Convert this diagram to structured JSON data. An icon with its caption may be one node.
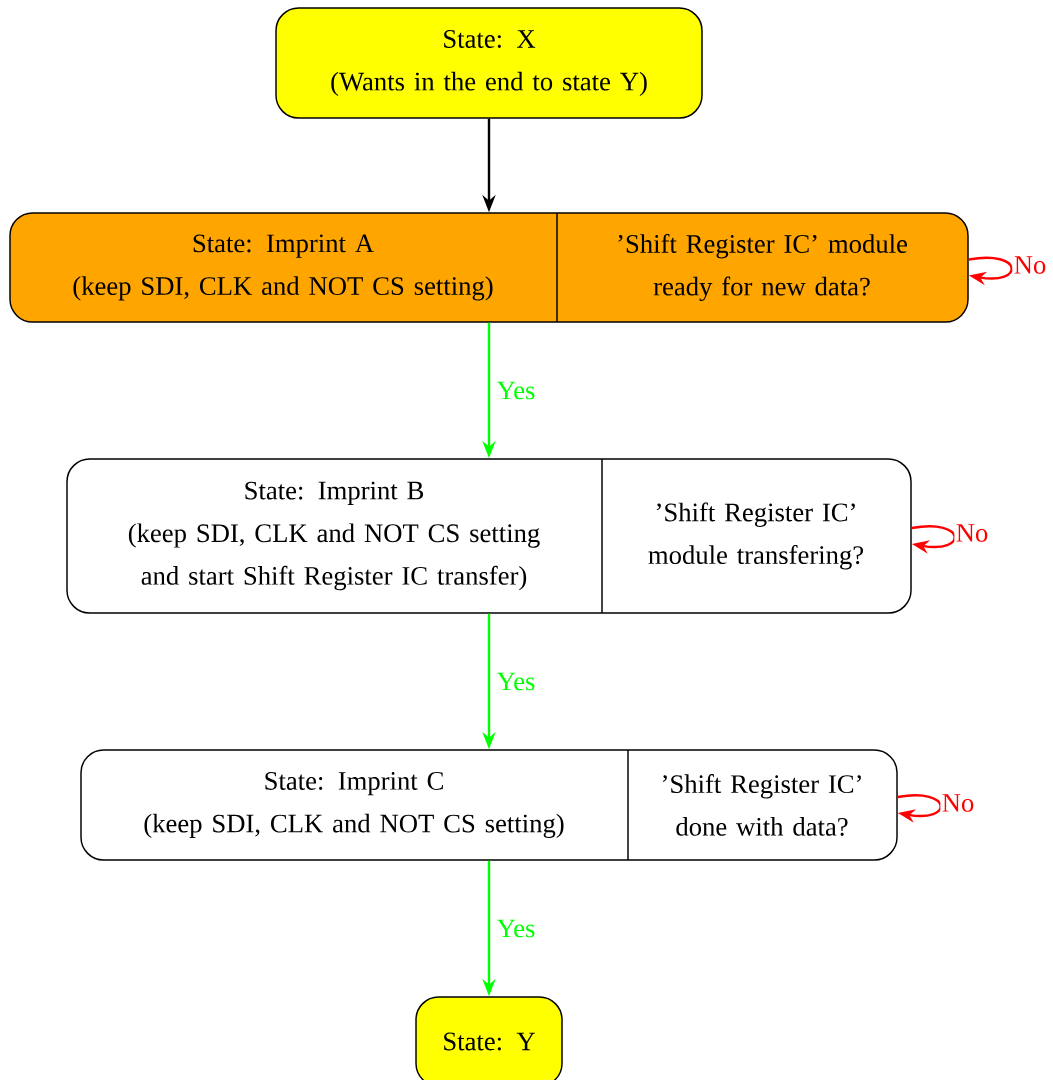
{
  "diagram": {
    "nodes": [
      {
        "text": [
          "State: X",
          "(Wants in the end to state Y)"
        ]
      },
      {
        "text": [
          "State: Imprint A",
          "(keep SDI, CLK and NOT CS setting)",
          "’Shift Register IC’ module ready for new data?"
        ]
      },
      {
        "text": [
          "State: Imprint B",
          "(keep SDI, CLK and NOT CS setting and start Shift Register IC transfer)",
          "’Shift Register IC’ module transfering?"
        ]
      },
      {
        "text": [
          "State: Imprint C",
          "(keep SDI, CLK and NOT CS setting)",
          "’Shift Register IC’ done with data?"
        ]
      },
      {
        "text": [
          "State: Y"
        ]
      }
    ],
    "edges": [
      {
        "from": 0,
        "to": 1,
        "arrow": "to",
        "color": "#000000"
      },
      {
        "from": 1,
        "to": 1,
        "arrow": "to",
        "label": "No",
        "color": "#ff0000"
      },
      {
        "from": 1,
        "to": 2,
        "arrow": "to",
        "label": "Yes",
        "color": "#00ff00"
      },
      {
        "from": 2,
        "to": 2,
        "arrow": "to",
        "label": "No",
        "color": "#ff0000"
      },
      {
        "from": 2,
        "to": 3,
        "arrow": "to",
        "label": "Yes",
        "color": "#00ff00"
      },
      {
        "from": 3,
        "to": 3,
        "arrow": "to",
        "label": "No",
        "color": "#ff0000"
      },
      {
        "from": 3,
        "to": 4,
        "arrow": "to",
        "label": "Yes",
        "color": "#00ff00"
      }
    ]
  }
}
